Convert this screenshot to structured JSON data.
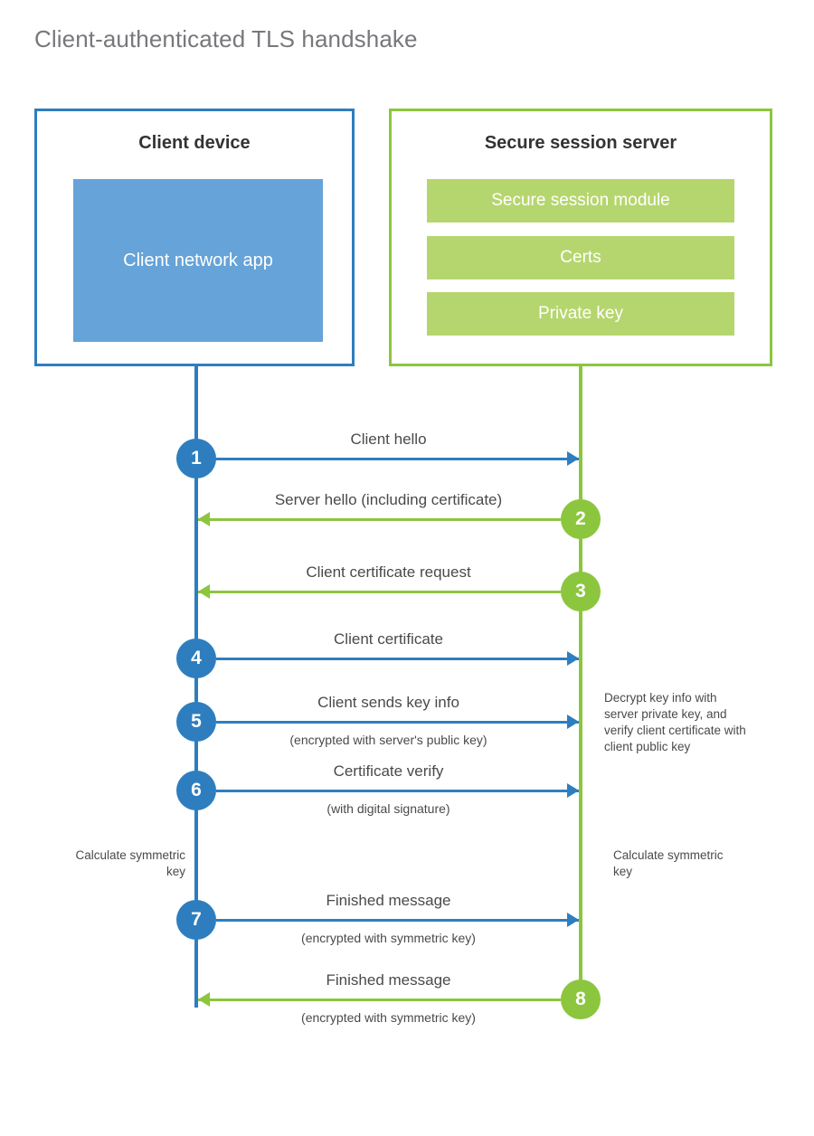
{
  "page": {
    "title": "Client-authenticated TLS handshake"
  },
  "colors": {
    "blue_stroke": "#2E7EBF",
    "green_stroke": "#8CC63E",
    "blue_fill": "#66A3D8",
    "green_fill": "#B5D66E",
    "title_text": "#77787b",
    "body_text": "#4a4a4a"
  },
  "client": {
    "title": "Client device",
    "app_label": "Client network app"
  },
  "server": {
    "title": "Secure session server",
    "components": [
      {
        "label": "Secure session module"
      },
      {
        "label": "Certs"
      },
      {
        "label": "Private key"
      }
    ]
  },
  "notes": {
    "server_decrypt": "Decrypt key info with server private key, and verify client certificate with client public key",
    "client_calc": "Calculate symmetric key",
    "server_calc": "Calculate symmetric key"
  },
  "steps": [
    {
      "number": "1",
      "label": "Client hello",
      "sublabel": "",
      "direction": "client-to-server",
      "color": "blue"
    },
    {
      "number": "2",
      "label": "Server hello (including certificate)",
      "sublabel": "",
      "direction": "server-to-client",
      "color": "green"
    },
    {
      "number": "3",
      "label": "Client certificate request",
      "sublabel": "",
      "direction": "server-to-client",
      "color": "green"
    },
    {
      "number": "4",
      "label": "Client certificate",
      "sublabel": "",
      "direction": "client-to-server",
      "color": "blue"
    },
    {
      "number": "5",
      "label": "Client sends key info",
      "sublabel": "(encrypted with server's public key)",
      "direction": "client-to-server",
      "color": "blue"
    },
    {
      "number": "6",
      "label": "Certificate verify",
      "sublabel": "(with digital signature)",
      "direction": "client-to-server",
      "color": "blue"
    },
    {
      "number": "7",
      "label": "Finished message",
      "sublabel": "(encrypted with symmetric key)",
      "direction": "client-to-server",
      "color": "blue"
    },
    {
      "number": "8",
      "label": "Finished message",
      "sublabel": "(encrypted with symmetric key)",
      "direction": "server-to-client",
      "color": "green"
    }
  ]
}
